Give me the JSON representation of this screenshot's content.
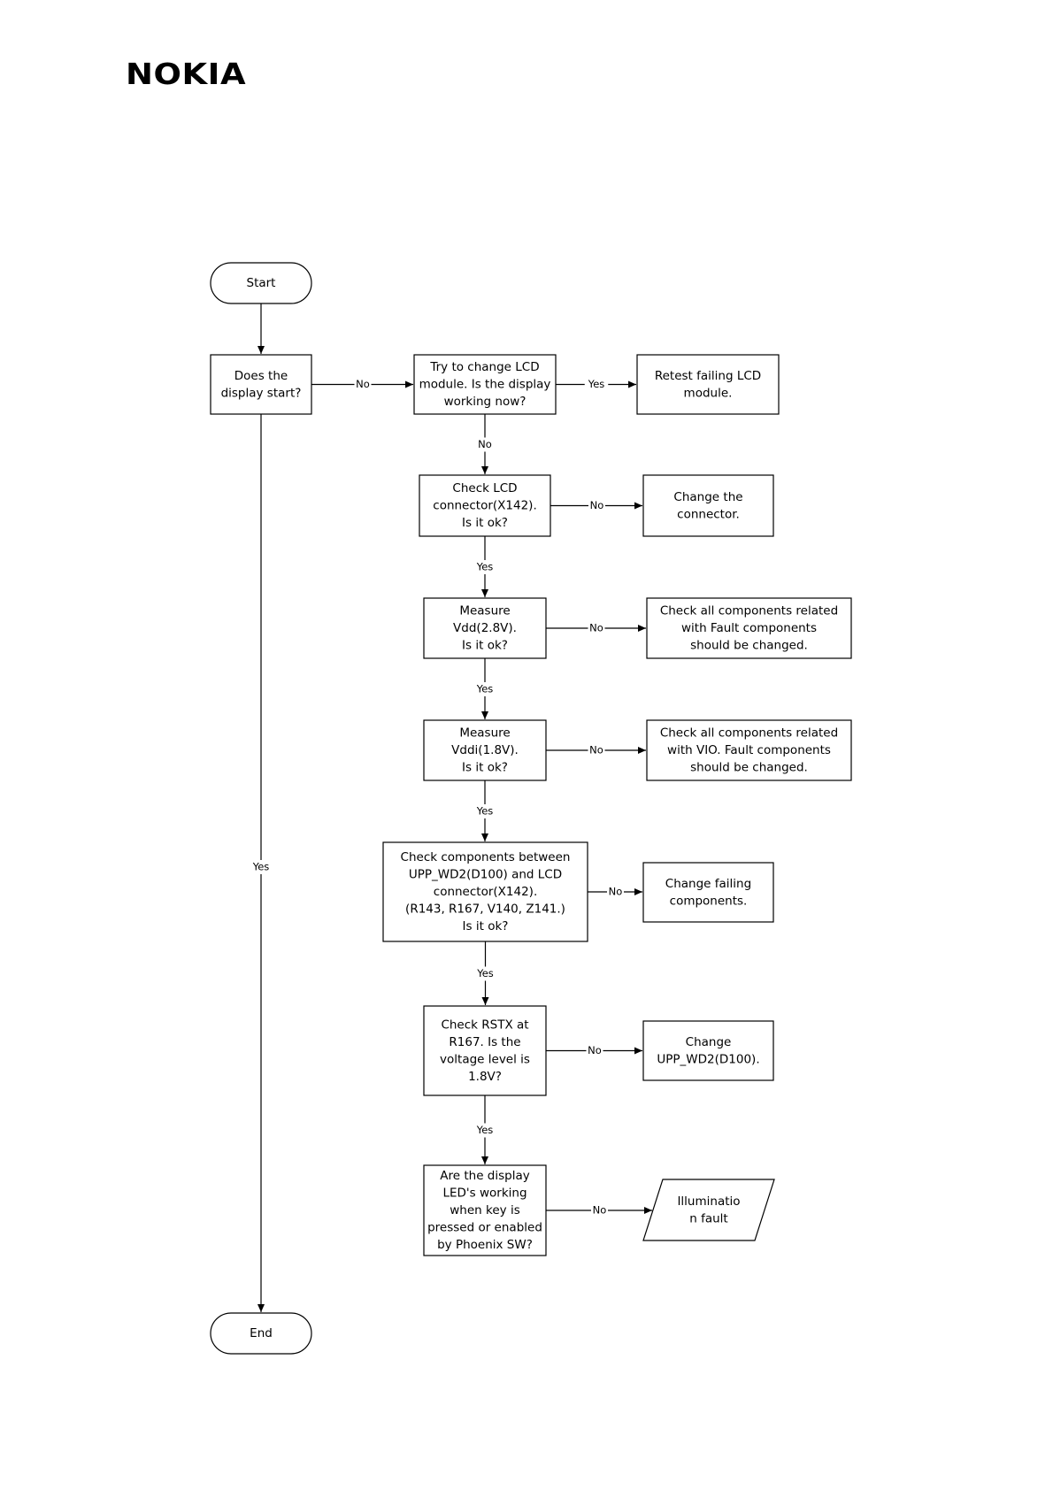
{
  "header": {
    "logo_text": "NOKIA"
  },
  "flowchart": {
    "nodes": {
      "start": {
        "lines": [
          "Start"
        ]
      },
      "q1": {
        "lines": [
          "Does the",
          "display start?"
        ]
      },
      "q2": {
        "lines": [
          "Try to change LCD",
          "module. Is the display",
          "working now?"
        ]
      },
      "a2": {
        "lines": [
          "Retest failing LCD",
          "module."
        ]
      },
      "q3": {
        "lines": [
          "Check LCD",
          "connector(X142).",
          "Is it ok?"
        ]
      },
      "a3": {
        "lines": [
          "Change the",
          "connector."
        ]
      },
      "q4": {
        "lines": [
          "Measure",
          "Vdd(2.8V).",
          "Is it ok?"
        ]
      },
      "a4": {
        "lines": [
          "Check all components related",
          "with                Fault components",
          "should be changed."
        ]
      },
      "q5": {
        "lines": [
          "Measure",
          "Vddi(1.8V).",
          "Is it ok?"
        ]
      },
      "a5": {
        "lines": [
          "Check all components related",
          "with VIO. Fault components",
          "should be changed."
        ]
      },
      "q6": {
        "lines": [
          "Check components between",
          "UPP_WD2(D100) and LCD",
          "connector(X142).",
          "(R143, R167, V140, Z141.)",
          "Is it ok?"
        ]
      },
      "a6": {
        "lines": [
          "Change failing",
          "components."
        ]
      },
      "q7": {
        "lines": [
          "Check RSTX at",
          "R167. Is the",
          "voltage level is",
          "1.8V?"
        ]
      },
      "a7": {
        "lines": [
          "Change",
          "UPP_WD2(D100)."
        ]
      },
      "q8": {
        "lines": [
          "Are the display",
          "LED's working",
          "when key is",
          "pressed or enabled",
          "by Phoenix SW?"
        ]
      },
      "a8": {
        "lines": [
          "Illuminatio",
          "n fault"
        ]
      },
      "end": {
        "lines": [
          "End"
        ]
      }
    },
    "edge_labels": {
      "q1_no": "No",
      "q1_yes": "Yes",
      "q2_yes": "Yes",
      "q2_no": "No",
      "q3_no": "No",
      "q3_yes": "Yes",
      "q4_no": "No",
      "q4_yes": "Yes",
      "q5_no": "No",
      "q5_yes": "Yes",
      "q6_no": "No",
      "q6_yes": "Yes",
      "q7_no": "No",
      "q7_yes": "Yes",
      "q8_no": "No"
    }
  }
}
